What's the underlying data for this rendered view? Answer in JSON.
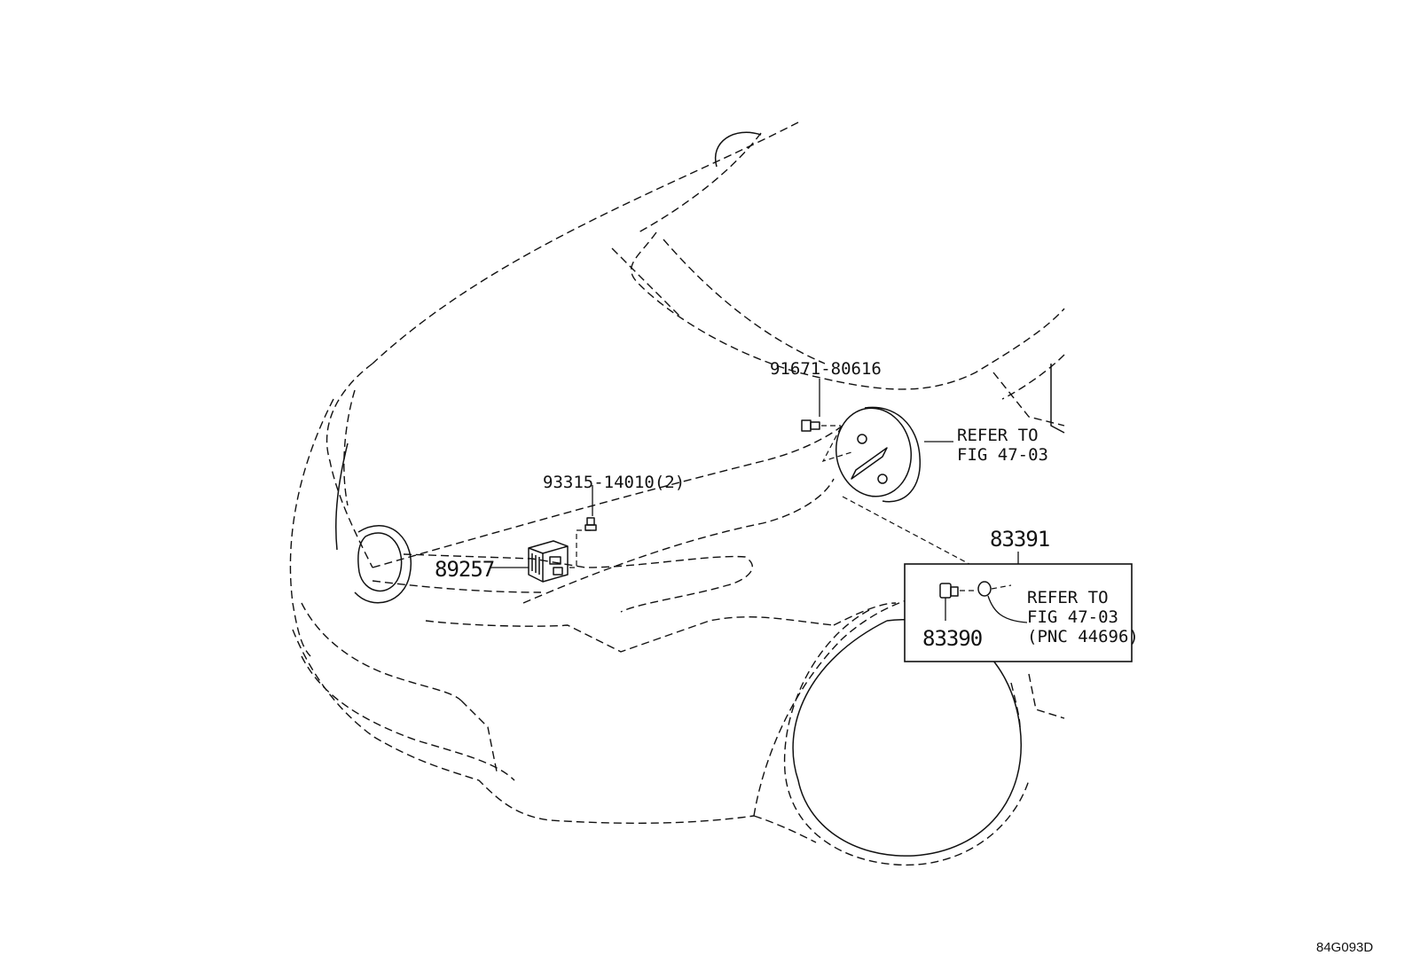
{
  "labels": {
    "part_91671": "91671-80616",
    "refer_top_line1": "REFER TO",
    "refer_top_line2": "FIG 47-03",
    "part_93315": "93315-14010(2)",
    "part_83391": "83391",
    "part_89257": "89257",
    "refer_box_line1": "REFER TO",
    "refer_box_line2": "FIG 47-03",
    "refer_box_line3": "(PNC 44696)",
    "part_83390": "83390",
    "diagram_code": "84G093D"
  }
}
